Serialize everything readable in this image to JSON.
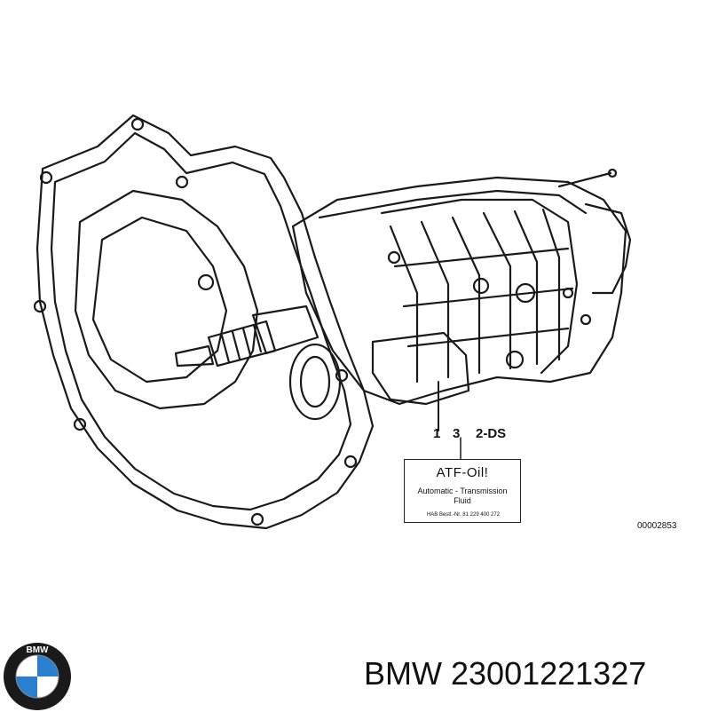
{
  "diagram": {
    "reference_numbers": [
      "1",
      "3",
      "2-DS"
    ],
    "label": {
      "title": "ATF-Oil!",
      "line1": "Automatic - Transmission",
      "line2": "Fluid",
      "small_print": "HAB Bestl.-Nr. 81 229 400 272"
    },
    "diagram_id": "00002853"
  },
  "brand": {
    "logo_letters": "BMW",
    "caption_brand": "BMW",
    "caption_part": "23001221327"
  },
  "colors": {
    "line": "#1a1a1a",
    "background": "#ffffff",
    "logo_blue": "#2a7fd0"
  }
}
